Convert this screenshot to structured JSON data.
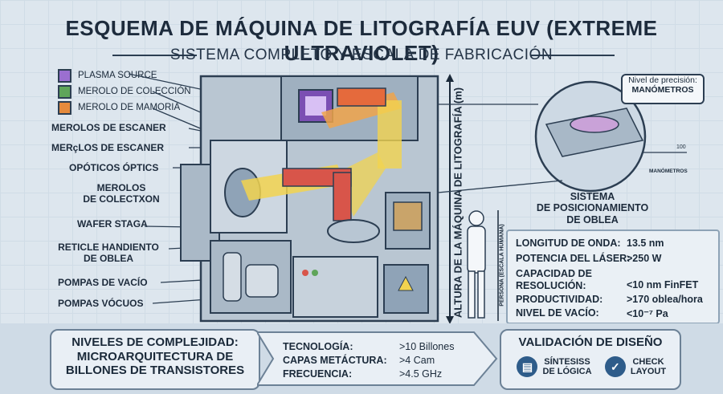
{
  "header": {
    "title": "ESQUEMA DE MÁQUINA DE LITOGRAFÍA EUV (EXTREME ULTRAVIOLET)",
    "subtitle": "SISTEMA COMPLETO Y ESCALA DE FABRICACIÓN"
  },
  "legend": [
    {
      "label": "PLASMA SOURCE",
      "color": "#9b6fd0"
    },
    {
      "label": "MEROLO DE COLECCIÓN",
      "color": "#5fa55a"
    },
    {
      "label": "MEROLO DE MAMORIA",
      "color": "#e58a3c"
    }
  ],
  "labels": {
    "escaner1": "MEROLOS DE ESCANER",
    "escaner2": "MERçLOS DE ESCANER",
    "opticos": "OPÓTICOS ÓPTICS",
    "colection": "MEROLOS\nDE COLECTXON",
    "wafer_stage": "WAFER STAGA",
    "reticle": "RETICLE HANDIENTO\nDE OBLEA",
    "pompas1": "POMPAS DE VACÍO",
    "pompas2": "POMPAS VÓCUOS",
    "altura": "ALTURA DE LA MÁQUINA DE LITOGRAFÍA (m)",
    "persona": "PERSONA (ESCALA HUMANA)",
    "sistema": "SISTEMA\nDE POSICIONAMIENTO\nDE OBLEA"
  },
  "precision": {
    "label": "Nivel de precisión:",
    "value": "MANÓMETROS",
    "scale_max": "100",
    "scale_label": "MANÓMETROS"
  },
  "specs": [
    {
      "k": "LONGITUD DE ONDA:",
      "v": "13.5 nm"
    },
    {
      "k": "POTENCIA DEL LÁSER:",
      "v": ">250 W"
    },
    {
      "k": "CAPACIDAD DE\nRESOLUCIÓN:",
      "v": "<10 nm FinFET"
    },
    {
      "k": "PRODUCTIVIDAD:",
      "v": ">170 oblea/hora"
    },
    {
      "k": "NIVEL DE VACÍO:",
      "v": "<10⁻⁷ Pa"
    }
  ],
  "complexity": {
    "title": "NIVELES DE COMPLEJIDAD:\nMICROARQUITECTURA DE\nBILLONES DE TRANSISTORES",
    "rows": [
      {
        "k": "TECNOLOGÍA:",
        "v": ">10 Billones"
      },
      {
        "k": "CAPAS METÁCTURA:",
        "v": ">4 Cam"
      },
      {
        "k": "FRECUENCIA:",
        "v": ">4.5 GHz"
      }
    ]
  },
  "validation": {
    "title": "VALIDACIÓN DE DISEÑO",
    "synth": "SÍNTESISS\nDE LÓGICA",
    "check": "CHECK\nLAYOUT"
  }
}
